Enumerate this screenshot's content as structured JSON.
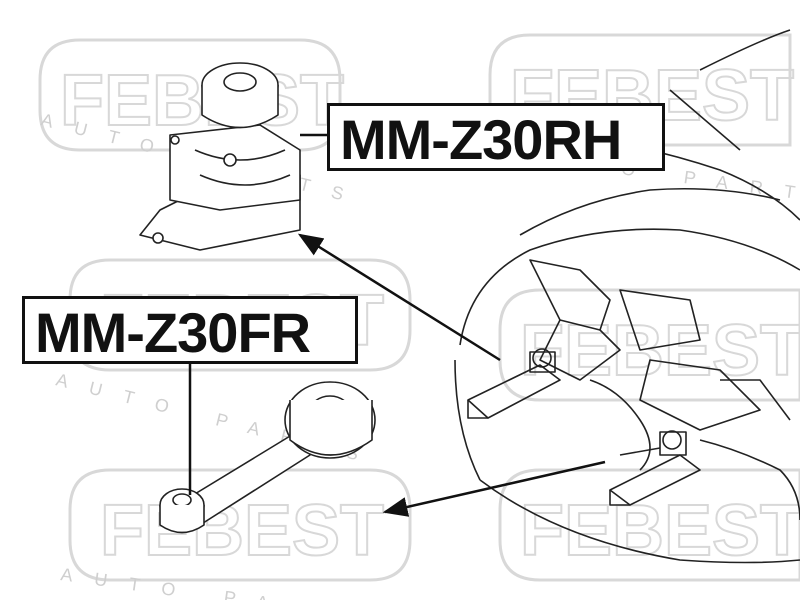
{
  "watermark": {
    "brand": "FEBEST",
    "tagline": "AUTO PARTS",
    "color": "#d8d8d8"
  },
  "parts": {
    "rh": {
      "label": "MM-Z30RH"
    },
    "fr": {
      "label": "MM-Z30FR"
    }
  },
  "colors": {
    "line": "#111111",
    "watermark": "#d8d8d8",
    "background": "#ffffff"
  }
}
